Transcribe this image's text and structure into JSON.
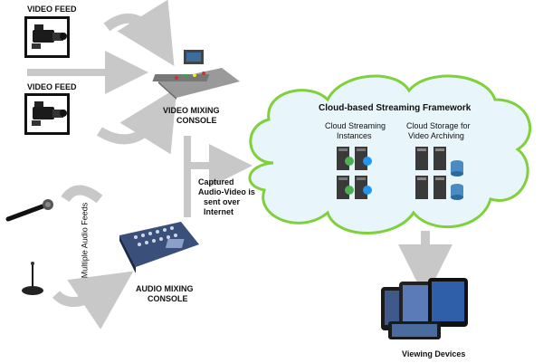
{
  "video_feed_1_label": "VIDEO FEED",
  "video_feed_2_label": "VIDEO FEED",
  "video_console_label_line1": "VIDEO MIXING",
  "video_console_label_line2": "CONSOLE",
  "audio_console_label_line1": "AUDIO MIXING",
  "audio_console_label_line2": "CONSOLE",
  "audio_feeds_label": "Multiple Audio Feeds",
  "captured_label_line1": "Captured",
  "captured_label_line2": "Audio-Video is",
  "captured_label_line3": "sent over",
  "captured_label_line4": "Internet",
  "cloud_title": "Cloud-based Streaming Framework",
  "instances_label_line1": "Cloud Streaming",
  "instances_label_line2": "Instances",
  "storage_label_line1": "Cloud Storage for",
  "storage_label_line2": "Video Archiving",
  "viewing_label": "Viewing Devices",
  "colors": {
    "arrow": "#c8c8c8",
    "cloud_fill": "#e8f6fb",
    "cloud_stroke": "#7fd13b",
    "device_dark": "#1a1a1a"
  }
}
